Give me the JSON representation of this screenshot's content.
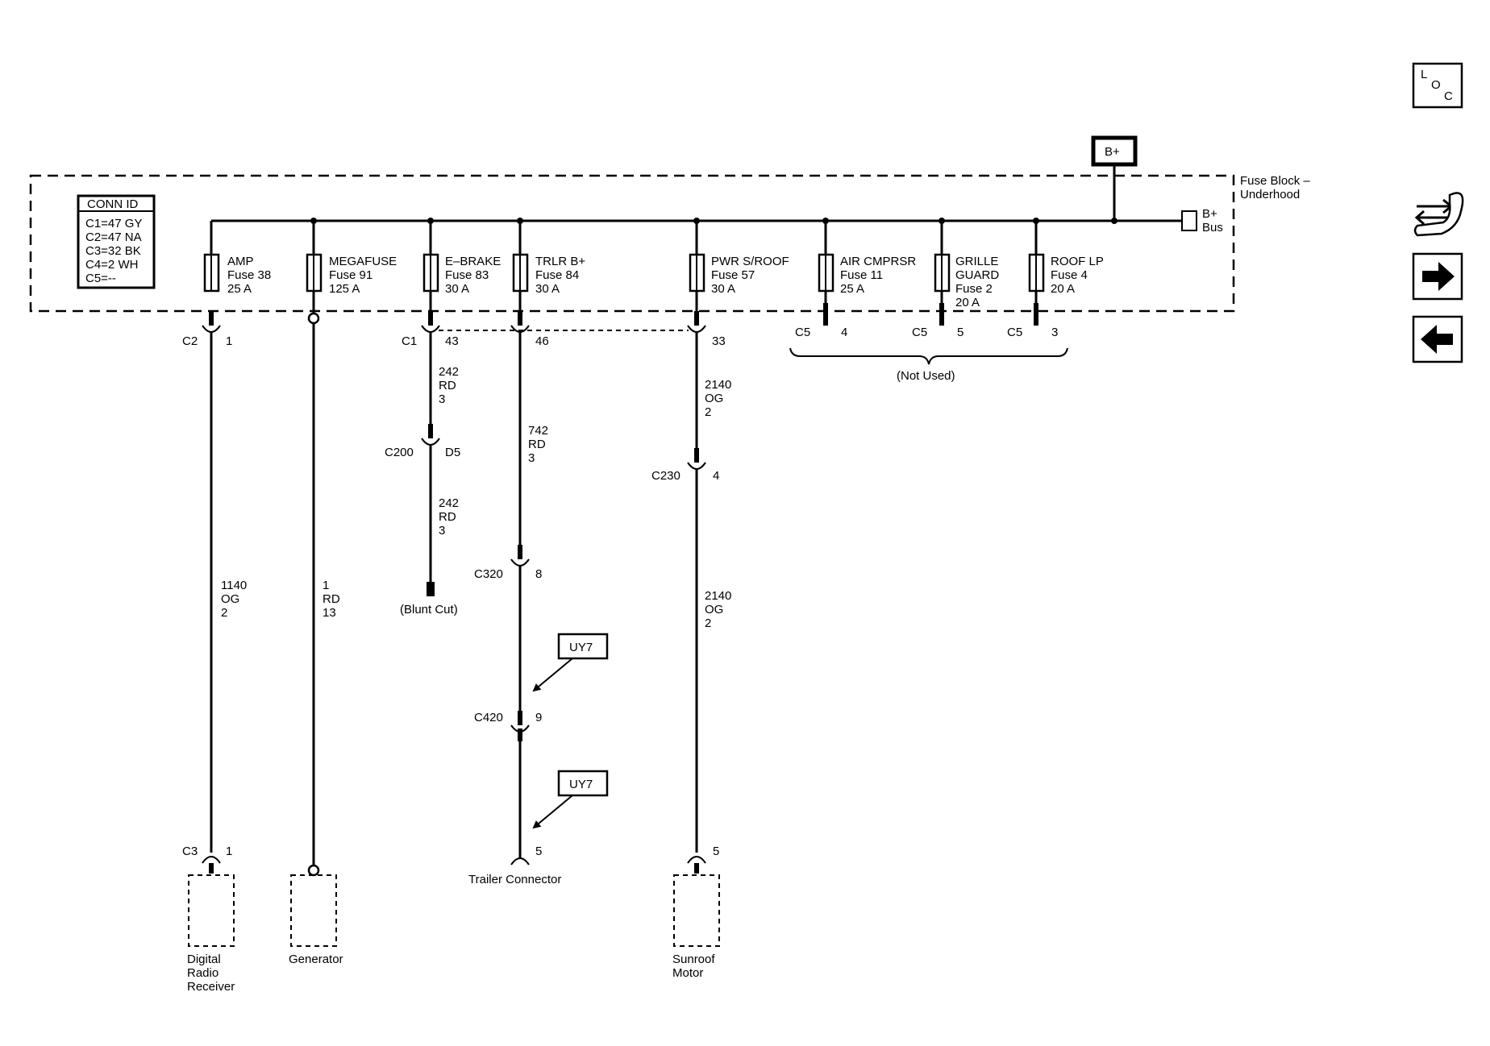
{
  "loc_icon": {
    "l": "L",
    "o": "O",
    "c": "C"
  },
  "nav_icons": [
    "wrench-swap-icon",
    "arrow-right-icon",
    "arrow-left-icon"
  ],
  "bplus_label": "B+",
  "fuse_block_label": [
    "Fuse Block –",
    "Underhood"
  ],
  "bplus_bus": [
    "B+",
    "Bus"
  ],
  "conn_id": {
    "title": "CONN ID",
    "rows": [
      "C1=47 GY",
      "C2=47 NA",
      "C3=32 BK",
      "C4=2 WH",
      "C5=--"
    ]
  },
  "fuses": [
    {
      "name": "AMP",
      "fuse": "Fuse 38",
      "rating": "25 A"
    },
    {
      "name": "MEGAFUSE",
      "fuse": "Fuse 91",
      "rating": "125 A"
    },
    {
      "name": "E–BRAKE",
      "fuse": "Fuse 83",
      "rating": "30 A"
    },
    {
      "name": "TRLR B+",
      "fuse": "Fuse 84",
      "rating": "30 A"
    },
    {
      "name": "PWR S/ROOF",
      "fuse": "Fuse 57",
      "rating": "30 A"
    },
    {
      "name": "AIR CMPRSR",
      "fuse": "Fuse 11",
      "rating": "25 A"
    },
    {
      "name": "GRILLE",
      "name2": "GUARD",
      "fuse": "Fuse 2",
      "rating": "20 A"
    },
    {
      "name": "ROOF LP",
      "fuse": "Fuse 4",
      "rating": "20 A"
    }
  ],
  "connectors": {
    "c2": "C2",
    "c2_pin": "1",
    "c1": "C1",
    "c1_pin43": "43",
    "c1_pin46": "46",
    "c1_pin33": "33",
    "c5_a": "C5",
    "c5_a_pin": "4",
    "c5_b": "C5",
    "c5_b_pin": "5",
    "c5_c": "C5",
    "c5_c_pin": "3",
    "not_used": "(Not Used)",
    "c200": "C200",
    "c200_pin": "D5",
    "c230": "C230",
    "c230_pin": "4",
    "c320": "C320",
    "c320_pin": "8",
    "c420": "C420",
    "c420_pin": "9",
    "c3": "C3",
    "c3_pin": "1",
    "trailer_pin": "5",
    "sunroof_pin": "5",
    "blunt_cut": "(Blunt Cut)"
  },
  "wires": {
    "amp": [
      "1140",
      "OG",
      "2"
    ],
    "megafuse": [
      "1",
      "RD",
      "13"
    ],
    "ebrake_upper": [
      "242",
      "RD",
      "3"
    ],
    "ebrake_lower": [
      "242",
      "RD",
      "3"
    ],
    "trlr": [
      "742",
      "RD",
      "3"
    ],
    "sroof_upper": [
      "2140",
      "OG",
      "2"
    ],
    "sroof_lower": [
      "2140",
      "OG",
      "2"
    ]
  },
  "options": [
    "UY7",
    "UY7"
  ],
  "components": {
    "radio": [
      "Digital",
      "Radio",
      "Receiver"
    ],
    "generator": [
      "Generator"
    ],
    "trailer": [
      "Trailer Connector"
    ],
    "sunroof": [
      "Sunroof",
      "Motor"
    ]
  }
}
